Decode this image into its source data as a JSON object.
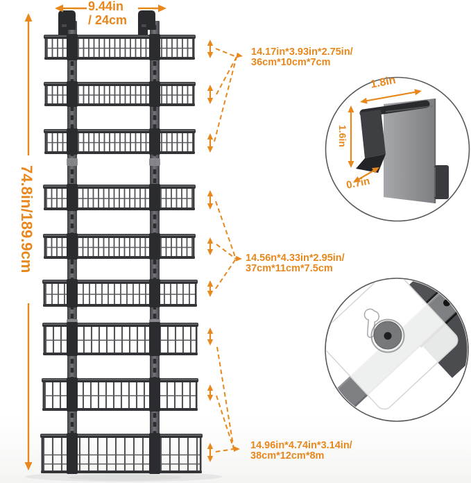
{
  "dimensions": {
    "top_width": {
      "line1": "9.44in",
      "line2": "/ 24cm"
    },
    "total_height": "74.8in/189.9cm",
    "upper_baskets": {
      "line1": "14.17in*3.93in*2.75in/",
      "line2": "36cm*10cm*7cm"
    },
    "middle_baskets": {
      "line1": "14.56n*4.33in*2.95in/",
      "line2": "37cm*11cm*7.5cm"
    },
    "lower_baskets": {
      "line1": "14.96in*4.74in*3.14in/",
      "line2": "38cm*12cm*8m"
    },
    "hook_width": "1.8in",
    "hook_height": "1.6in",
    "hook_depth": "0.7in"
  },
  "colors": {
    "accent": "#E8871C",
    "rack_dark": "#2A2B2E",
    "rack_mid": "#47484B",
    "rack_light": "#9B9CA0",
    "wire": "#535458",
    "rail_highlight": "#74757A",
    "detail_stroke": "#58595B",
    "band_gray": "#7F8083",
    "shadow": "#D8D8D9"
  }
}
